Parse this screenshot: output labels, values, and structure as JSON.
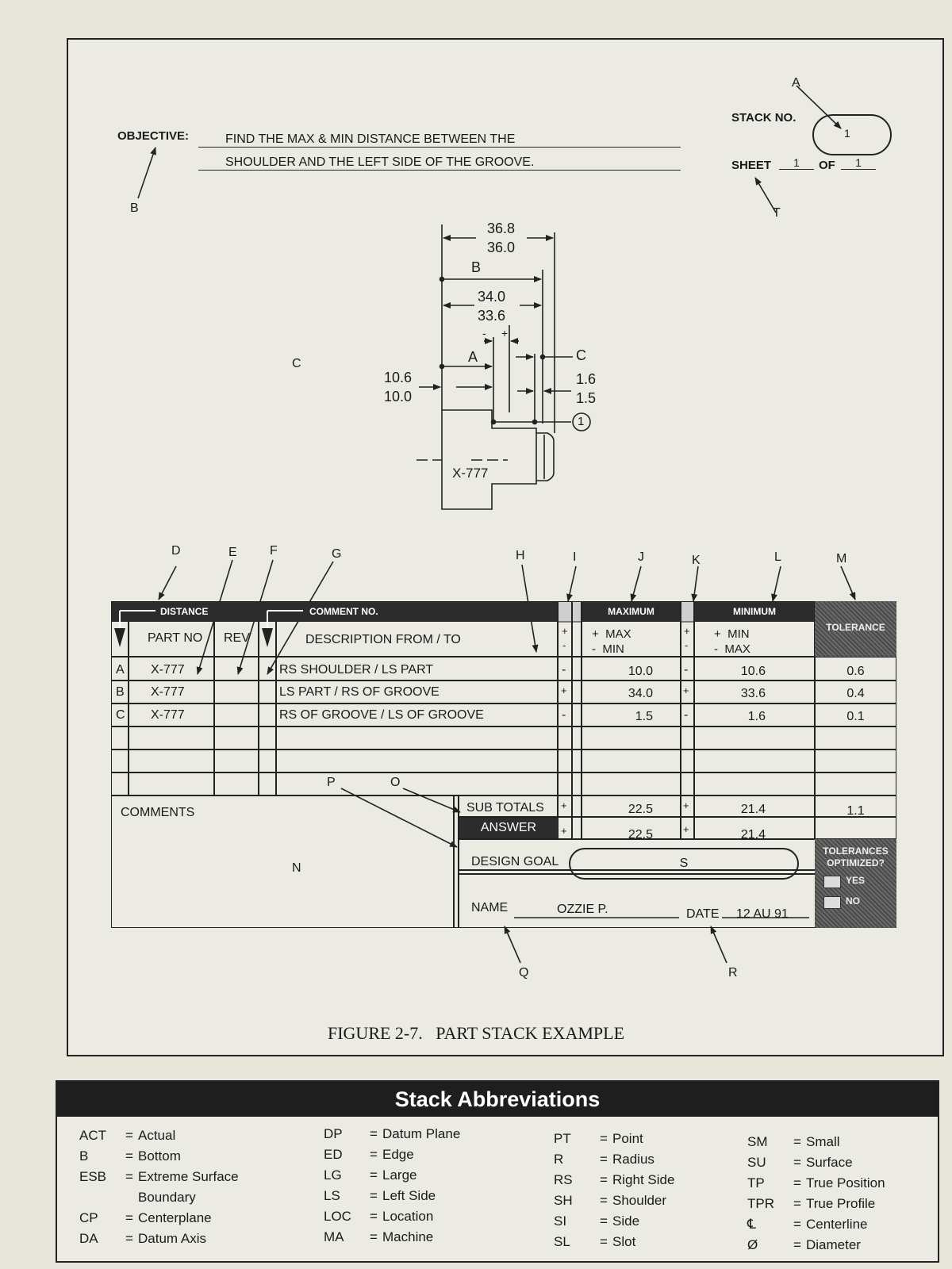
{
  "header": {
    "objective_label": "OBJECTIVE:",
    "objective_line1": "FIND THE MAX & MIN DISTANCE BETWEEN THE",
    "objective_line2": "SHOULDER AND THE LEFT SIDE OF THE GROOVE.",
    "stack_no_label": "STACK NO.",
    "stack_no": "1",
    "sheet_label": "SHEET",
    "sheet_num": "1",
    "of_label": "OF",
    "sheet_total": "1"
  },
  "callouts": {
    "A": "A",
    "B": "B",
    "C": "C",
    "D": "D",
    "E": "E",
    "F": "F",
    "G": "G",
    "H": "H",
    "I": "I",
    "J": "J",
    "K": "K",
    "L": "L",
    "M": "M",
    "N": "N",
    "O": "O",
    "P": "P",
    "Q": "Q",
    "R": "R",
    "T": "T"
  },
  "drawing": {
    "dim_top_max": "36.8",
    "dim_top_min": "36.0",
    "dim_B": "B",
    "dim_mid_max": "34.0",
    "dim_mid_min": "33.6",
    "minus": "-",
    "plus": "+",
    "dim_A": "A",
    "dim_C": "C",
    "dim_left_max": "10.6",
    "dim_left_min": "10.0",
    "dim_right_max": "1.6",
    "dim_right_min": "1.5",
    "circle_num": "1",
    "part_label": "X-777"
  },
  "table": {
    "distance_header": "DISTANCE",
    "comment_header": "COMMENT NO.",
    "maximum_header": "MAXIMUM",
    "minimum_header": "MINIMUM",
    "tolerance_header": "TOLERANCE",
    "col_part": "PART NO",
    "col_rev": "REV",
    "col_desc": "DESCRIPTION  FROM / TO",
    "max_sign_top": "+",
    "max_sign_bot": "-",
    "max_sub_top": "+  MAX",
    "max_sub_bot": "-  MIN",
    "min_sign_top": "+",
    "min_sign_bot": "-",
    "min_sub_top": "+  MIN",
    "min_sub_bot": "-  MAX",
    "rows": [
      {
        "id": "A",
        "part": "X-777",
        "desc": "RS SHOULDER / LS PART",
        "sign_max": "-",
        "max": "10.0",
        "sign_min": "-",
        "min": "10.6",
        "tol": "0.6"
      },
      {
        "id": "B",
        "part": "X-777",
        "desc": "LS PART / RS OF GROOVE",
        "sign_max": "+",
        "max": "34.0",
        "sign_min": "+",
        "min": "33.6",
        "tol": "0.4"
      },
      {
        "id": "C",
        "part": "X-777",
        "desc": "RS OF GROOVE / LS OF GROOVE",
        "sign_max": "-",
        "max": "1.5",
        "sign_min": "-",
        "min": "1.6",
        "tol": "0.1"
      }
    ],
    "comments_label": "COMMENTS",
    "subtotals_label": "SUB TOTALS",
    "sub_sign_max": "+",
    "sub_max": "22.5",
    "sub_sign_min": "+",
    "sub_min": "21.4",
    "sub_tol": "1.1",
    "answer_label": "ANSWER",
    "ans_sign_max": "+",
    "ans_max": "22.5",
    "ans_sign_min": "+",
    "ans_min": "21.4",
    "tol_opt_label": "TOLERANCES OPTIMIZED?",
    "yes_label": "YES",
    "no_label": "NO",
    "design_goal_label": "DESIGN GOAL",
    "design_goal": "S",
    "name_label": "NAME",
    "name": "OZZIE P.",
    "date_label": "DATE",
    "date": "12 AU 91"
  },
  "caption": "FIGURE 2-7.   PART STACK EXAMPLE",
  "abbreviations": {
    "title": "Stack Abbreviations",
    "col1": [
      {
        "k": "ACT",
        "v": "Actual"
      },
      {
        "k": "B",
        "v": "Bottom"
      },
      {
        "k": "ESB",
        "v": "Extreme Surface"
      },
      {
        "k": "",
        "v": "Boundary"
      },
      {
        "k": "CP",
        "v": "Centerplane"
      },
      {
        "k": "DA",
        "v": "Datum Axis"
      }
    ],
    "col2": [
      {
        "k": "DP",
        "v": "Datum Plane"
      },
      {
        "k": "ED",
        "v": "Edge"
      },
      {
        "k": "LG",
        "v": "Large"
      },
      {
        "k": "LS",
        "v": "Left Side"
      },
      {
        "k": "LOC",
        "v": "Location"
      },
      {
        "k": "MA",
        "v": "Machine"
      }
    ],
    "col3": [
      {
        "k": "PT",
        "v": "Point"
      },
      {
        "k": "R",
        "v": "Radius"
      },
      {
        "k": "RS",
        "v": "Right Side"
      },
      {
        "k": "SH",
        "v": "Shoulder"
      },
      {
        "k": "SI",
        "v": "Side"
      },
      {
        "k": "SL",
        "v": "Slot"
      }
    ],
    "col4": [
      {
        "k": "SM",
        "v": "Small"
      },
      {
        "k": "SU",
        "v": "Surface"
      },
      {
        "k": "TP",
        "v": "True Position"
      },
      {
        "k": "TPR",
        "v": "True Profile"
      },
      {
        "k": "℄",
        "v": "Centerline"
      },
      {
        "k": "Ø",
        "v": "Diameter"
      }
    ]
  }
}
